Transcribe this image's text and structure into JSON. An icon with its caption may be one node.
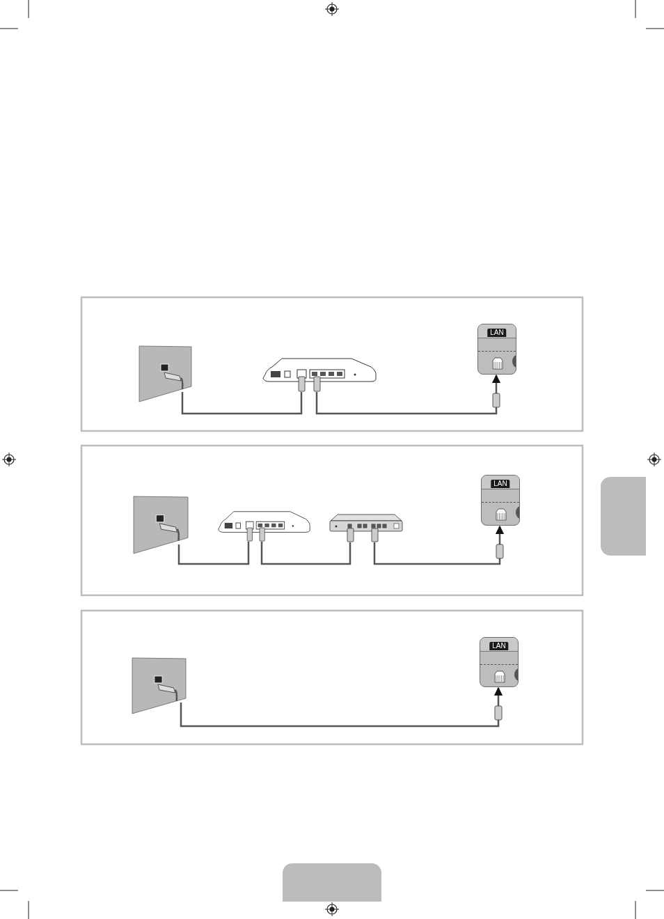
{
  "diagram": {
    "nodes": [
      {
        "text": [],
        "shape": "box"
      },
      {
        "text": [],
        "shape": "picture"
      },
      {
        "text": [
          "LAN"
        ]
      },
      {
        "text": [],
        "shape": "box"
      },
      {
        "text": [],
        "shape": "picture"
      },
      {
        "text": [],
        "shape": "picture"
      },
      {
        "text": [
          "LAN"
        ]
      },
      {
        "text": [],
        "shape": "box"
      },
      {
        "text": [
          "LAN"
        ]
      },
      {
        "text": [],
        "shape": "box"
      },
      {
        "text": [],
        "shape": "box"
      }
    ],
    "edges": [
      {
        "from": 0,
        "to": 1,
        "arrow": "none"
      },
      {
        "from": 1,
        "to": 2,
        "arrow": "to"
      },
      {
        "from": 3,
        "to": 4,
        "arrow": "none"
      },
      {
        "from": 4,
        "to": 5,
        "arrow": "none"
      },
      {
        "from": 5,
        "to": 6,
        "arrow": "to"
      },
      {
        "from": 7,
        "to": 8,
        "arrow": "to"
      }
    ]
  }
}
